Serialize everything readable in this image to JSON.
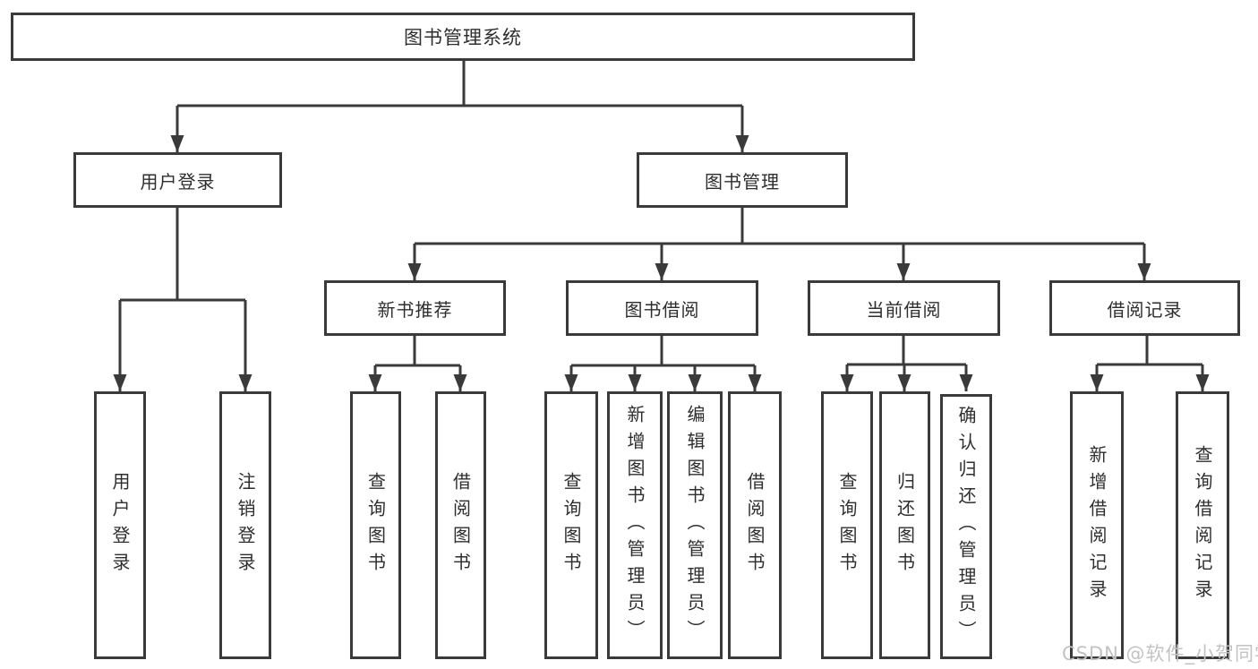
{
  "diagram": {
    "root": {
      "label": "图书管理系统"
    },
    "level2": [
      {
        "id": "user-login",
        "label": "用户登录"
      },
      {
        "id": "book-management",
        "label": "图书管理"
      }
    ],
    "level3": [
      {
        "id": "new-book-recommend",
        "label": "新书推荐"
      },
      {
        "id": "book-borrowing",
        "label": "图书借阅"
      },
      {
        "id": "current-borrowing",
        "label": "当前借阅"
      },
      {
        "id": "borrowing-records",
        "label": "借阅记录"
      }
    ],
    "leaves": [
      {
        "id": "user-login-leaf",
        "label": "用户登录"
      },
      {
        "id": "logout",
        "label": "注销登录"
      },
      {
        "id": "query-books-1",
        "label": "查询图书"
      },
      {
        "id": "borrow-books-1",
        "label": "借阅图书"
      },
      {
        "id": "query-books-2",
        "label": "查询图书"
      },
      {
        "id": "add-books-admin",
        "label": "新增图书（管理员）"
      },
      {
        "id": "edit-books-admin",
        "label": "编辑图书（管理员）"
      },
      {
        "id": "borrow-books-2",
        "label": "借阅图书"
      },
      {
        "id": "query-books-3",
        "label": "查询图书"
      },
      {
        "id": "return-books",
        "label": "归还图书"
      },
      {
        "id": "confirm-return-admin",
        "label": "确认归还（管理员）"
      },
      {
        "id": "add-borrow-record",
        "label": "新增借阅记录"
      },
      {
        "id": "query-borrow-record",
        "label": "查询借阅记录"
      }
    ]
  },
  "watermark": {
    "text": "CSDN @软件_小贺同学"
  },
  "colors": {
    "line": "#3a3a3a",
    "text": "#2e2e2e",
    "watermark": "#c3c3c3"
  }
}
